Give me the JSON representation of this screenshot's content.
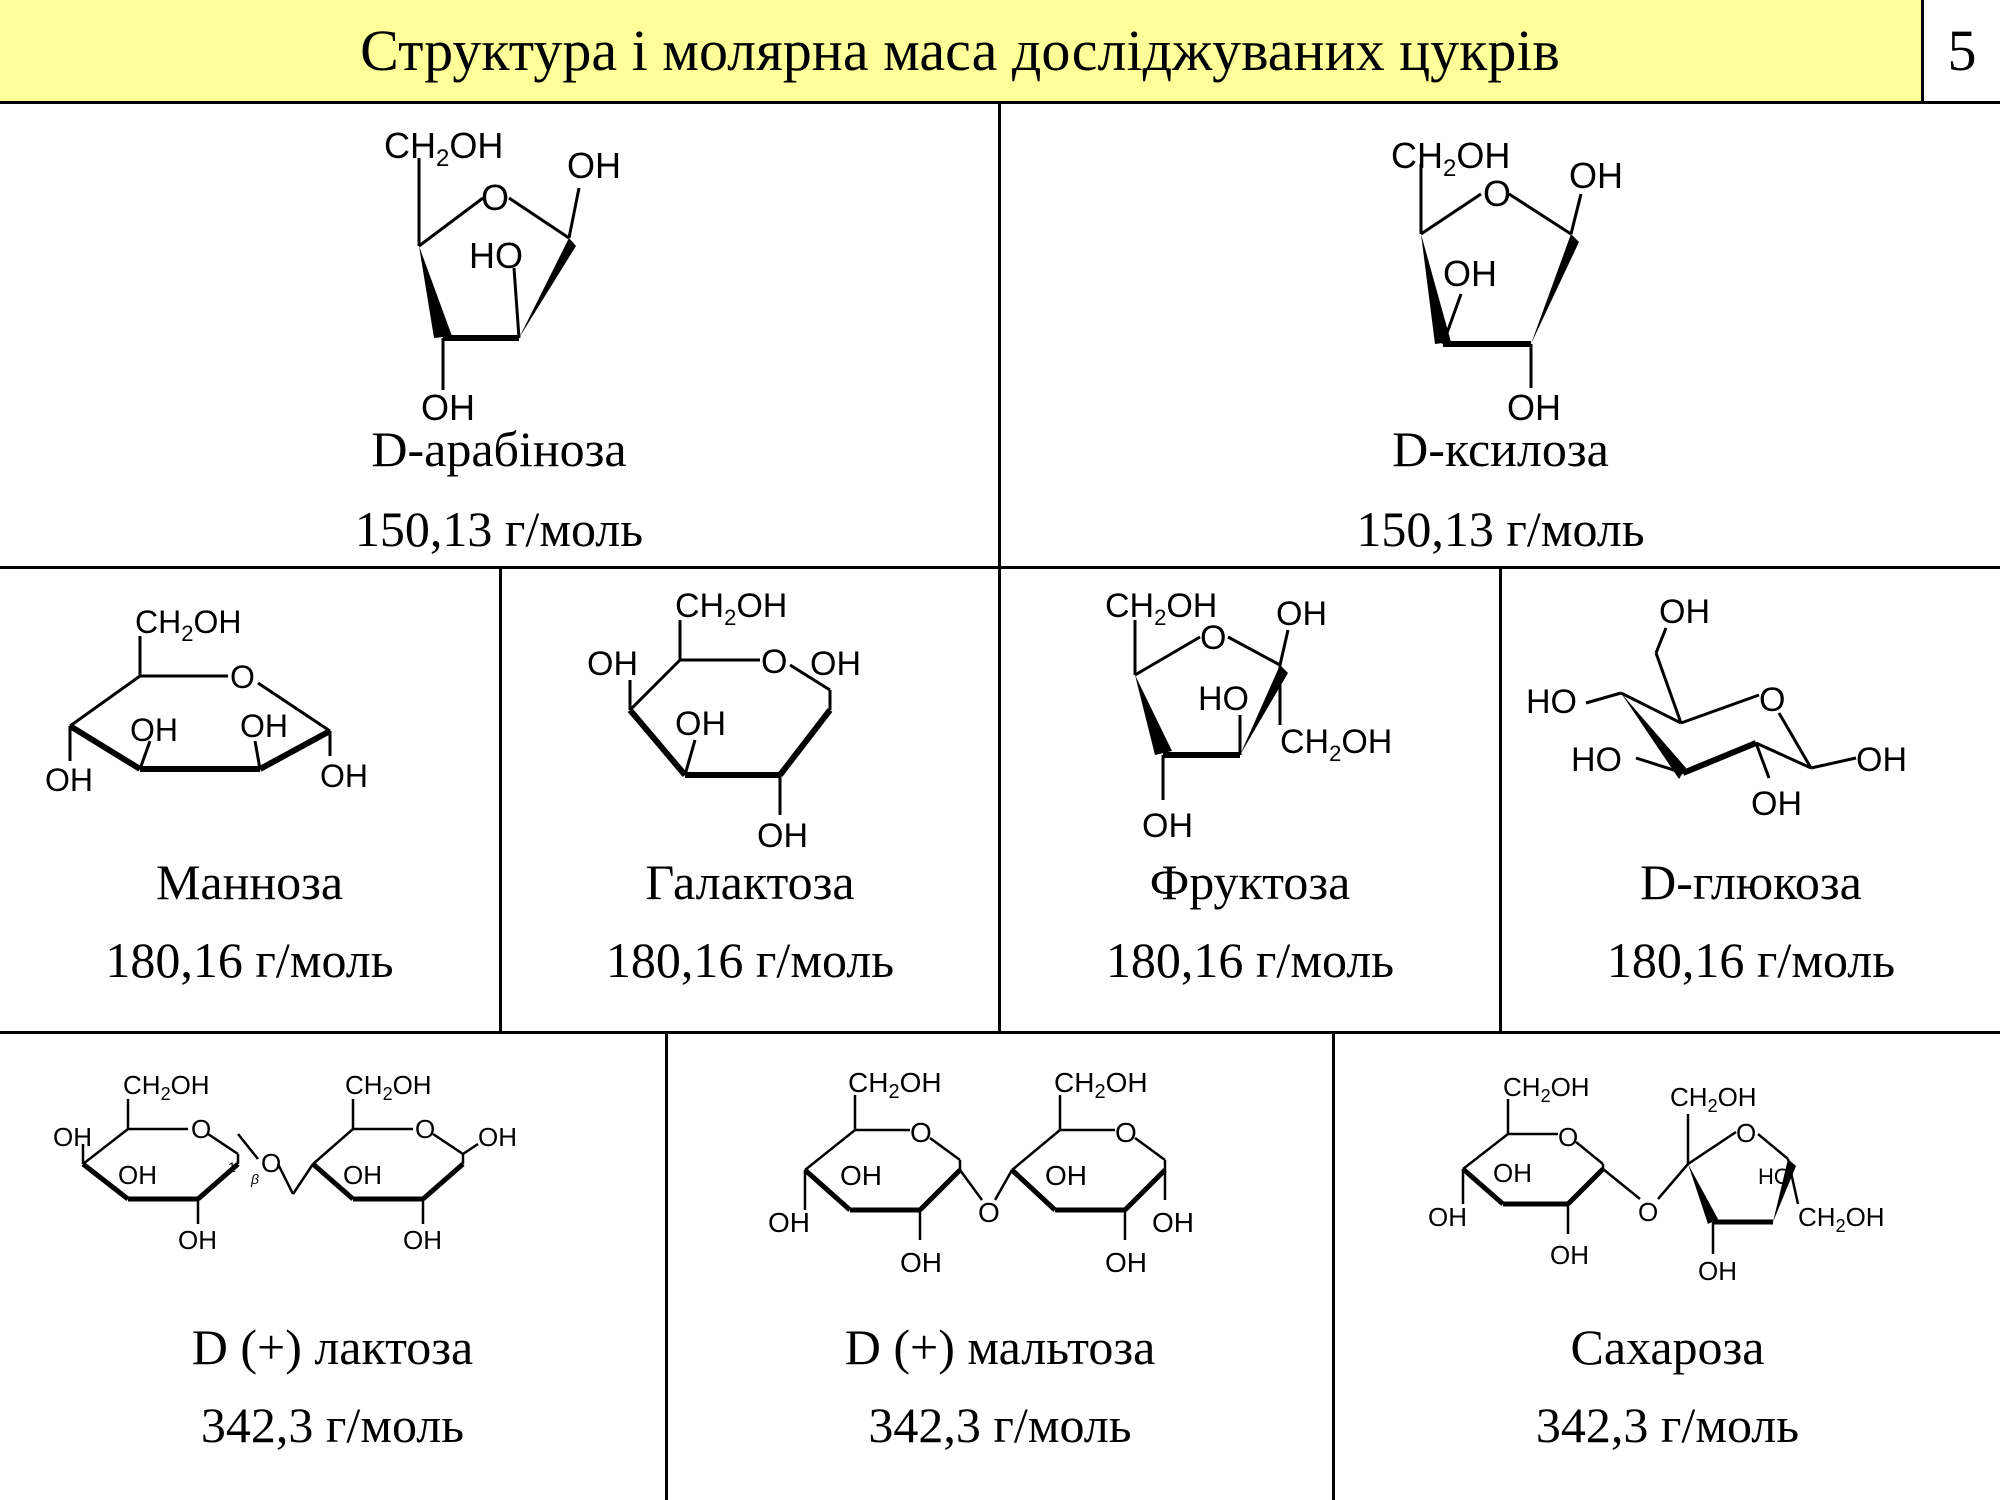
{
  "slide": {
    "title": "Структура і молярна маса досліджуваних цукрів",
    "page_number": "5"
  },
  "labels": {
    "ch2oh_main": "CH",
    "sub2": "2",
    "oh": "OH",
    "ho": "HO",
    "ring_o": "O",
    "anomeric_1": "1",
    "beta": "β"
  },
  "sugars": [
    {
      "name": "D-арабіноза",
      "mass": "150,13 г/моль"
    },
    {
      "name": "D-ксилоза",
      "mass": "150,13 г/моль"
    },
    {
      "name": "Манноза",
      "mass": "180,16 г/моль"
    },
    {
      "name": "Галактоза",
      "mass": "180,16 г/моль"
    },
    {
      "name": "Фруктоза",
      "mass": "180,16 г/моль"
    },
    {
      "name": "D-глюкоза",
      "mass": "180,16 г/моль"
    },
    {
      "name": "D (+) лактоза",
      "mass": "342,3 г/моль"
    },
    {
      "name": "D (+) мальтоза",
      "mass": "342,3 г/моль"
    },
    {
      "name": "Сахароза",
      "mass": "342,3 г/моль"
    }
  ]
}
